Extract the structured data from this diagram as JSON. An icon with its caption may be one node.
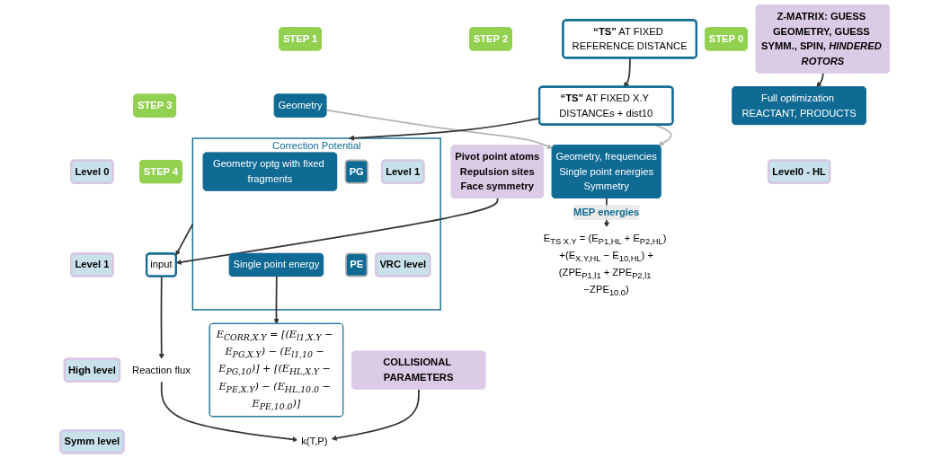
{
  "diagram": {
    "nodes": [
      {
        "text": [
          "STEP 0"
        ]
      },
      {
        "text": [
          "STEP 1"
        ]
      },
      {
        "text": [
          "STEP 2"
        ]
      },
      {
        "text": [
          "STEP 3"
        ]
      },
      {
        "text": [
          "STEP 4"
        ]
      },
      {
        "text": [
          "Full optimization REACTANT, PRODUCTS"
        ]
      },
      {
        "text": [
          "Level0 - HL"
        ]
      },
      {
        "text": [
          "Z-MATRIX: GUESS GEOMETRY, GUESS SYMM., SPIN, *HINDERED ROTORS*"
        ]
      },
      {
        "text": [
          "**“TS”** AT FIXED REFERENCE DISTANCE"
        ]
      },
      {
        "text": [
          "Geometry"
        ]
      },
      {
        "text": [
          "Level 0"
        ]
      },
      {
        "text": [
          "**“TS”** AT FIXED X.Y DISTANCEs + dist10"
        ]
      },
      {
        "text": [
          "Geometry, frequencies",
          "Single point energies",
          "Symmetry"
        ]
      },
      {
        "text": [
          "Level 1"
        ]
      },
      {
        "text": [
          "High level"
        ]
      },
      {
        "text": [
          "Symm level"
        ]
      },
      {
        "text": [
          "E$_{TS X.Y}$ = (E$_{P1,HL}$ + E$_{P2,HL}$) +(E$_{X.Y,HL}$ − E$_{10,HL}$) +(ZPE$_{P1,l1}$ + ZPE$_{P2,l1}$ −ZPE$_{10.0}$)"
        ]
      },
      {
        "text": [
          "Correction Potential"
        ]
      },
      {
        "text": [
          "Geometry optg with fixed fragments"
        ],
        "in": 17
      },
      {
        "text": [
          "PG"
        ],
        "in": 17
      },
      {
        "text": [
          "Level 1"
        ],
        "in": 17
      },
      {
        "text": [
          "Single point energy"
        ],
        "in": 17
      },
      {
        "text": [
          "PE"
        ],
        "in": 17
      },
      {
        "text": [
          "VRC level"
        ],
        "in": 17
      },
      {
        "text": [
          "E$_{CORR,X.Y}$ = [(E$_{l1,X.Y}$ − E$_{PG,X.Y}$) − (E$_{l1,10}$ − E$_{PG,10}$)] + [(E$_{HL,X.Y}$ − E$_{PE,X.Y}$) − (E$_{HL,10.0}$ − E$_{PE,10.0}$)]"
        ]
      },
      {
        "text": [
          "input"
        ]
      },
      {
        "text": [
          "Pivot point atoms",
          "Repulsion sites",
          "Face symmetry"
        ]
      },
      {
        "text": [
          "Reaction flux"
        ]
      },
      {
        "text": [
          "k(T,P)"
        ]
      },
      {
        "text": [
          "COLLISIONAL PARAMETERS"
        ]
      }
    ],
    "edges": [
      {
        "from": 7,
        "to": 5,
        "arrow": "to"
      },
      {
        "from": 8,
        "to": 11,
        "arrow": "to"
      },
      {
        "from": 11,
        "to": 17,
        "arrow": "to"
      },
      {
        "from": 9,
        "to": 12,
        "arrow": "to",
        "color": "#b4b4b4"
      },
      {
        "from": 11,
        "to": 12,
        "arrow": "to",
        "color": "#b4b4b4"
      },
      {
        "from": 12,
        "to": 16,
        "arrow": "to",
        "label": "MEP energies"
      },
      {
        "from": 21,
        "to": 24,
        "arrow": "to"
      },
      {
        "from": 17,
        "to": 25,
        "arrow": "to"
      },
      {
        "from": 26,
        "to": 25,
        "arrow": "to"
      },
      {
        "from": 25,
        "to": 27,
        "arrow": "to"
      },
      {
        "from": 27,
        "to": 28,
        "arrow": "to"
      },
      {
        "from": 29,
        "to": 28,
        "arrow": "to"
      }
    ]
  }
}
